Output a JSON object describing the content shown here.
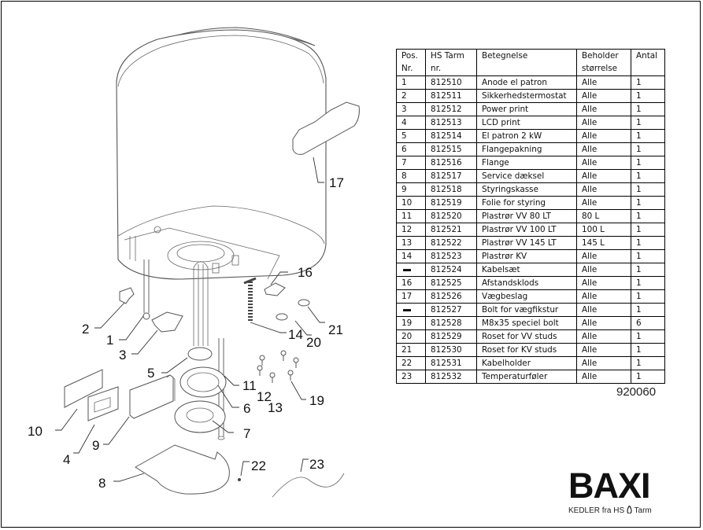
{
  "table": {
    "headers": [
      "Pos.\nNr.",
      "HS Tarm\nnr.",
      "Betegnelse",
      "Beholder\nstørrelse",
      "Antal"
    ],
    "header_lines": [
      [
        "Pos.",
        "Nr."
      ],
      [
        "HS Tarm",
        "nr."
      ],
      [
        "Betegnelse",
        ""
      ],
      [
        "Beholder",
        "størrelse"
      ],
      [
        "Antal",
        ""
      ]
    ],
    "rows": [
      {
        "pos": "1",
        "nr": "812510",
        "name": "Anode el patron",
        "size": "Alle",
        "qty": "1"
      },
      {
        "pos": "2",
        "nr": "812511",
        "name": "Sikkerhedstermostat",
        "size": "Alle",
        "qty": "1"
      },
      {
        "pos": "3",
        "nr": "812512",
        "name": "Power print",
        "size": "Alle",
        "qty": "1"
      },
      {
        "pos": "4",
        "nr": "812513",
        "name": "LCD print",
        "size": "Alle",
        "qty": "1"
      },
      {
        "pos": "5",
        "nr": "812514",
        "name": "El patron 2 kW",
        "size": "Alle",
        "qty": "1"
      },
      {
        "pos": "6",
        "nr": "812515",
        "name": "Flangepakning",
        "size": "Alle",
        "qty": "1"
      },
      {
        "pos": "7",
        "nr": "812516",
        "name": "Flange",
        "size": "Alle",
        "qty": "1"
      },
      {
        "pos": "8",
        "nr": "812517",
        "name": "Service dæksel",
        "size": "Alle",
        "qty": "1"
      },
      {
        "pos": "9",
        "nr": "812518",
        "name": "Styringskasse",
        "size": "Alle",
        "qty": "1"
      },
      {
        "pos": "10",
        "nr": "812519",
        "name": "Folie for styring",
        "size": "Alle",
        "qty": "1"
      },
      {
        "pos": "11",
        "nr": "812520",
        "name": "Plastrør VV 80 LT",
        "size": "80 L",
        "qty": "1"
      },
      {
        "pos": "12",
        "nr": "812521",
        "name": "Plastrør VV 100 LT",
        "size": "100 L",
        "qty": "1"
      },
      {
        "pos": "13",
        "nr": "812522",
        "name": "Plastrør VV 145 LT",
        "size": "145 L",
        "qty": "1"
      },
      {
        "pos": "14",
        "nr": "812523",
        "name": "Plastrør KV",
        "size": "Alle",
        "qty": "1"
      },
      {
        "pos": "—",
        "nr": "812524",
        "name": "Kabelsæt",
        "size": "Alle",
        "qty": "1"
      },
      {
        "pos": "16",
        "nr": "812525",
        "name": "Afstandsklods",
        "size": "Alle",
        "qty": "1"
      },
      {
        "pos": "17",
        "nr": "812526",
        "name": "Vægbeslag",
        "size": "Alle",
        "qty": "1"
      },
      {
        "pos": "—",
        "nr": "812527",
        "name": "Bolt for vægfikstur",
        "size": "Alle",
        "qty": "1"
      },
      {
        "pos": "19",
        "nr": "812528",
        "name": "M8x35 speciel bolt",
        "size": "Alle",
        "qty": "6"
      },
      {
        "pos": "20",
        "nr": "812529",
        "name": "Roset for VV studs",
        "size": "Alle",
        "qty": "1"
      },
      {
        "pos": "21",
        "nr": "812530",
        "name": "Roset for KV studs",
        "size": "Alle",
        "qty": "1"
      },
      {
        "pos": "22",
        "nr": "812531",
        "name": "Kabelholder",
        "size": "Alle",
        "qty": "1"
      },
      {
        "pos": "23",
        "nr": "812532",
        "name": "Temperaturføler",
        "size": "Alle",
        "qty": "1"
      }
    ]
  },
  "document_number": "920060",
  "logo": {
    "brand": "BAXI",
    "tagline_prefix": "KEDLER fra HS",
    "tagline_suffix": "Tarm",
    "flame_icon": "flame-icon"
  },
  "callouts": [
    "1",
    "2",
    "3",
    "4",
    "5",
    "6",
    "7",
    "8",
    "9",
    "10",
    "11",
    "12",
    "13",
    "14",
    "16",
    "17",
    "19",
    "20",
    "21",
    "22",
    "23"
  ]
}
